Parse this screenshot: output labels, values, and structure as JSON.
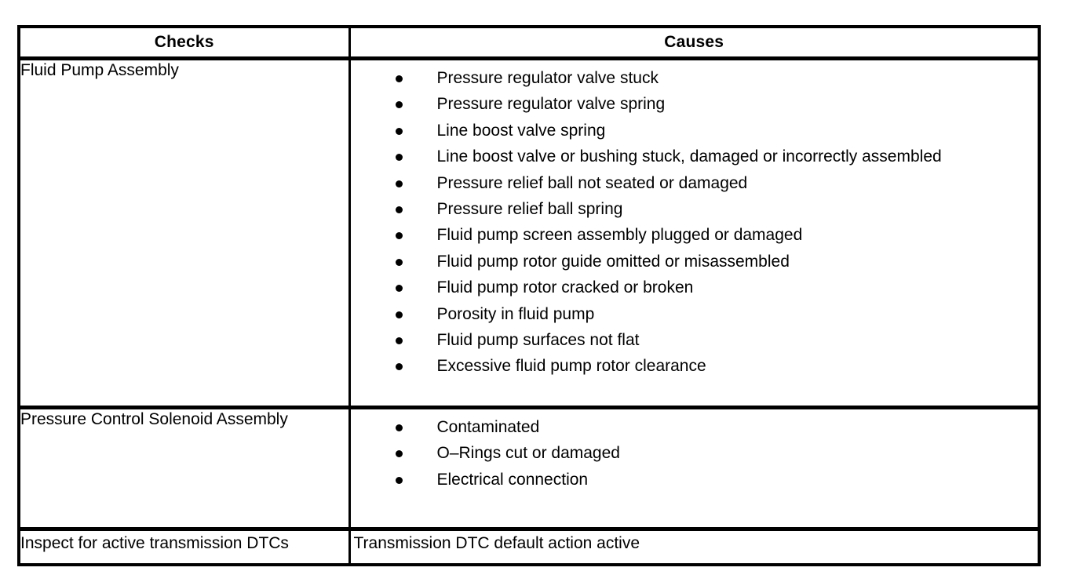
{
  "table": {
    "headers": {
      "checks": "Checks",
      "causes": "Causes"
    },
    "rows": [
      {
        "check": "Fluid Pump Assembly",
        "causes": [
          "Pressure regulator valve stuck",
          "Pressure regulator valve spring",
          "Line boost valve spring",
          "Line boost valve or bushing stuck, damaged or incorrectly assembled",
          "Pressure relief ball not seated or damaged",
          "Pressure relief ball spring",
          "Fluid pump screen assembly plugged or damaged",
          "Fluid pump rotor guide omitted or misassembled",
          "Fluid pump rotor cracked or broken",
          "Porosity in fluid pump",
          "Fluid pump surfaces not flat",
          "Excessive fluid pump rotor clearance"
        ]
      },
      {
        "check": "Pressure Control Solenoid Assembly",
        "causes": [
          "Contaminated",
          "O–Rings cut or damaged",
          "Electrical connection"
        ]
      },
      {
        "check": "Inspect for active transmission DTCs",
        "cause_text": "Transmission DTC default action active"
      }
    ]
  },
  "colors": {
    "text": "#000000",
    "border": "#000000",
    "background": "#ffffff"
  }
}
